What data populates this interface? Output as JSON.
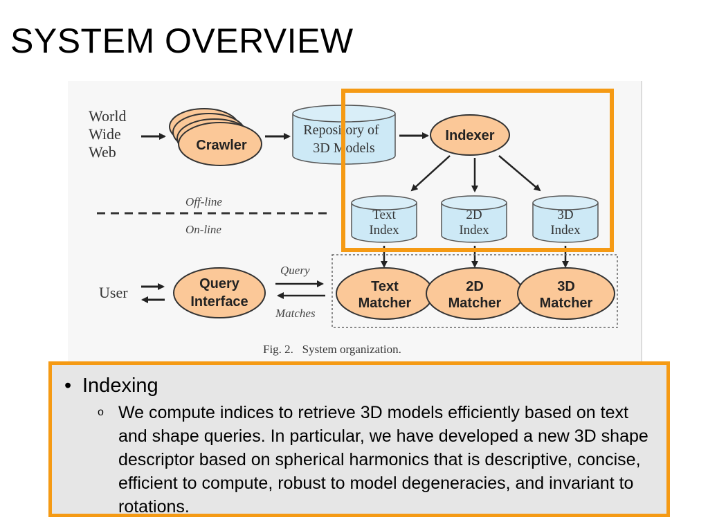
{
  "slide": {
    "title": "SYSTEM OVERVIEW"
  },
  "diagram": {
    "sources": {
      "line1": "World",
      "line2": "Wide",
      "line3": "Web"
    },
    "crawler": "Crawler",
    "repository": {
      "line1": "Repository of",
      "line2": "3D Models"
    },
    "indexer": "Indexer",
    "indexes": [
      {
        "line1": "Text",
        "line2": "Index"
      },
      {
        "line1": "2D",
        "line2": "Index"
      },
      {
        "line1": "3D",
        "line2": "Index"
      }
    ],
    "offline_label": "Off-line",
    "online_label": "On-line",
    "user": "User",
    "query_interface": {
      "line1": "Query",
      "line2": "Interface"
    },
    "query_label": "Query",
    "matches_label": "Matches",
    "matchers": [
      {
        "line1": "Text",
        "line2": "Matcher"
      },
      {
        "line1": "2D",
        "line2": "Matcher"
      },
      {
        "line1": "3D",
        "line2": "Matcher"
      }
    ],
    "caption": "Fig. 2.   System organization.",
    "colors": {
      "node_fill": "#fbc898",
      "cylinder_fill": "#cde9f6",
      "highlight": "#f59a14"
    }
  },
  "bullets": {
    "level1": {
      "marker": "•",
      "text": "Indexing"
    },
    "level2": {
      "marker": "o",
      "text": "We compute indices to retrieve 3D models efficiently based on text and shape queries. In particular, we have developed a new 3D shape descriptor based on spherical harmonics that is descriptive, concise, efficient to compute, robust to model degeneracies, and invariant to rotations."
    }
  }
}
